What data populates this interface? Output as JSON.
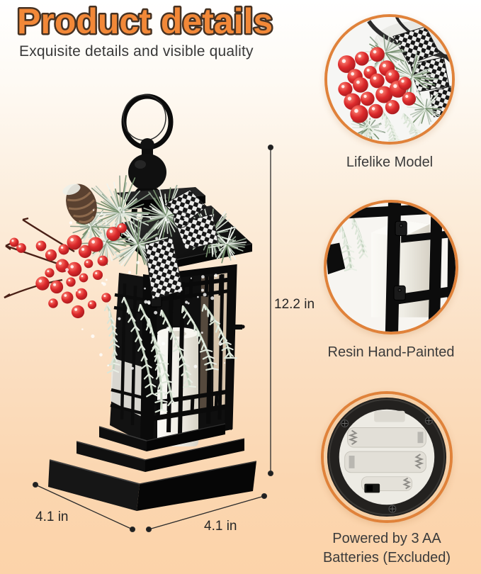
{
  "header": {
    "title": "Product details",
    "subtitle": "Exquisite details and visible quality"
  },
  "product_figure": {
    "dimension_labels": {
      "height": "12.2 in",
      "base_side_left": "4.1 in",
      "base_side_right": "4.1 in"
    }
  },
  "features": [
    {
      "icon": "berries-closeup-photo",
      "caption": "Lifelike Model"
    },
    {
      "icon": "candle-lantern-closeup-photo",
      "caption": "Resin Hand-Painted"
    },
    {
      "icon": "battery-compartment-photo",
      "caption": "Powered by 3 AA Batteries (Excluded)"
    }
  ],
  "colors": {
    "title_fill": "#f28838",
    "title_outline": "#463223",
    "accent_ring": "#e0823a",
    "text": "#3b3b3b",
    "background_top": "#ffffff",
    "background_bottom": "#fcd3a9"
  }
}
